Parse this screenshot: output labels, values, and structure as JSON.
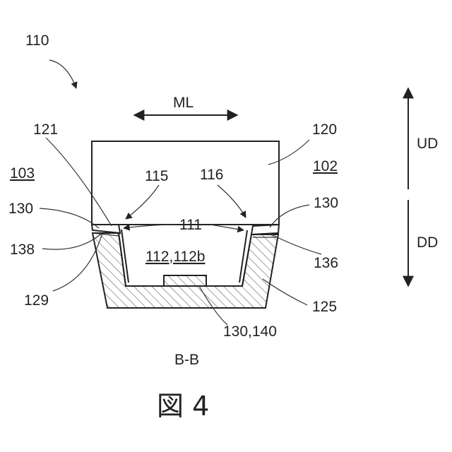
{
  "labels": {
    "ref_110": "110",
    "ml": "ML",
    "ref_121": "121",
    "ref_120": "120",
    "ref_103": "103",
    "ref_102": "102",
    "ref_115": "115",
    "ref_116": "116",
    "ref_130_left": "130",
    "ref_130_right": "130",
    "ref_111": "111",
    "ref_138": "138",
    "ref_112": "112,112b",
    "ref_136": "136",
    "ref_129": "129",
    "ref_125": "125",
    "ref_130_140": "130,140",
    "ud": "UD",
    "dd": "DD",
    "section": "B-B"
  },
  "figure_caption": "図 4"
}
